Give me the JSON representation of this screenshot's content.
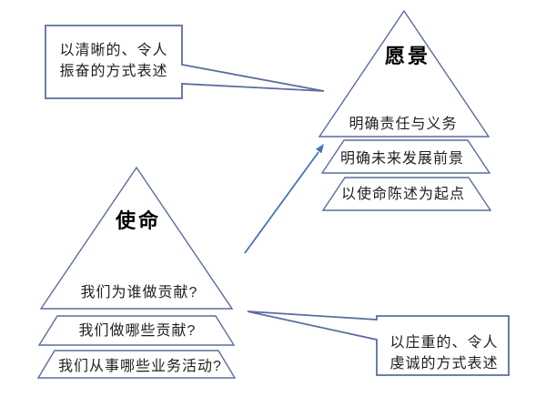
{
  "diagram": {
    "title_hint": "mission-vision-pyramids",
    "colors": {
      "outline": "#5b6d9e",
      "arrow": "#4472c4",
      "text": "#1f1f1f",
      "shape_fill": "#ffffff",
      "background": "#ffffff"
    },
    "callouts": {
      "clear": {
        "lines": [
          "以清晰的、令人",
          "振奋的方式表述"
        ],
        "points_to": "vision"
      },
      "solemn": {
        "lines": [
          "以庄重的、令人",
          "虔诚的方式表述"
        ],
        "points_to": "mission"
      }
    },
    "mission": {
      "title": "使命",
      "layers": [
        "我们为谁做贡献?",
        "我们做哪些贡献?",
        "我们从事哪些业务活动?"
      ]
    },
    "vision": {
      "title": "愿景",
      "layers": [
        "明确责任与义务",
        "明确未来发展前景",
        "以使命陈述为起点"
      ]
    },
    "arrow": {
      "from": "mission",
      "to": "vision"
    }
  }
}
